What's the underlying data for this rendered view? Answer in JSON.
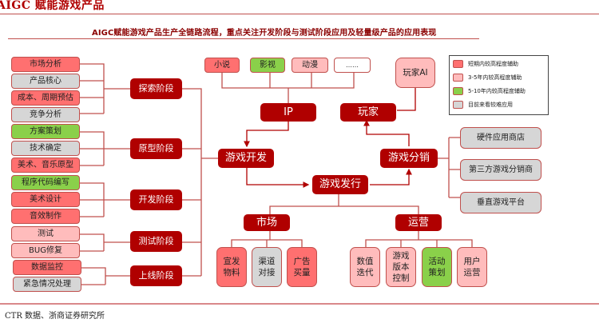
{
  "header": {
    "title": "AIGC 赋能游戏产品",
    "subtitle": "AIGC赋能游戏产品生产全链路流程，重点关注开发阶段与测试阶段应用及轻量级产品的应用表现"
  },
  "colors": {
    "short_term": "#ff7070",
    "mid_term": "#ffbcbc",
    "long_term": "#8ad04a",
    "hard": "#d6d6d6",
    "stage": "#b00000",
    "line": "#c0504d"
  },
  "legend": [
    {
      "label": "短期内较高程度辅助",
      "level": "short_term"
    },
    {
      "label": "3-5年内较高程度辅助",
      "level": "mid_term"
    },
    {
      "label": "5-10年内较高程度辅助",
      "level": "long_term"
    },
    {
      "label": "目前来看较难应用",
      "level": "hard"
    }
  ],
  "development": {
    "tasks": [
      {
        "label": "市场分析",
        "level": "short_term"
      },
      {
        "label": "产品核心",
        "level": "hard"
      },
      {
        "label": "成本、周期预估",
        "level": "short_term"
      },
      {
        "label": "竞争分析",
        "level": "hard"
      },
      {
        "label": "方案策划",
        "level": "long_term"
      },
      {
        "label": "技术确定",
        "level": "hard"
      },
      {
        "label": "美术、音乐原型",
        "level": "short_term"
      },
      {
        "label": "程序代码编写",
        "level": "long_term"
      },
      {
        "label": "美术设计",
        "level": "short_term"
      },
      {
        "label": "音效制作",
        "level": "short_term"
      },
      {
        "label": "测试",
        "level": "mid_term"
      },
      {
        "label": "BUG修复",
        "level": "mid_term"
      },
      {
        "label": "数据监控",
        "level": "short_term"
      },
      {
        "label": "紧急情况处理",
        "level": "hard"
      }
    ],
    "stages": [
      "探索阶段",
      "原型阶段",
      "开发阶段",
      "测试阶段",
      "上线阶段"
    ]
  },
  "ip": {
    "sources": [
      {
        "label": "小说",
        "level": "short_term"
      },
      {
        "label": "影视",
        "level": "long_term"
      },
      {
        "label": "动漫",
        "level": "mid_term"
      },
      {
        "label": "……",
        "level": "none"
      }
    ],
    "node": "IP"
  },
  "player": {
    "ai": {
      "label": "玩家AI",
      "level": "mid_term"
    },
    "node": "玩家"
  },
  "core": {
    "dev": "游戏开发",
    "publish": "游戏发行",
    "distribution": "游戏分销"
  },
  "distribution_channels": [
    {
      "label": "硬件应用商店",
      "level": "hard"
    },
    {
      "label": "第三方游戏分销商",
      "level": "hard"
    },
    {
      "label": "垂直游戏平台",
      "level": "hard"
    }
  ],
  "market": {
    "node": "市场",
    "items": [
      {
        "label": "宣发物料",
        "lines": [
          "宣发",
          "物料"
        ],
        "level": "short_term"
      },
      {
        "label": "渠道对接",
        "lines": [
          "渠道",
          "对接"
        ],
        "level": "hard"
      },
      {
        "label": "广告买量",
        "lines": [
          "广告",
          "买量"
        ],
        "level": "short_term"
      }
    ]
  },
  "operation": {
    "node": "运营",
    "items": [
      {
        "label": "数值迭代",
        "lines": [
          "数值",
          "迭代"
        ],
        "level": "mid_term"
      },
      {
        "label": "游戏版本控制",
        "lines": [
          "游戏",
          "版本",
          "控制"
        ],
        "level": "mid_term"
      },
      {
        "label": "活动策划",
        "lines": [
          "活动",
          "策划"
        ],
        "level": "long_term"
      },
      {
        "label": "用户运营",
        "lines": [
          "用户",
          "运营"
        ],
        "level": "mid_term"
      }
    ]
  },
  "source": "：CTR 数据、浙商证券研究所"
}
